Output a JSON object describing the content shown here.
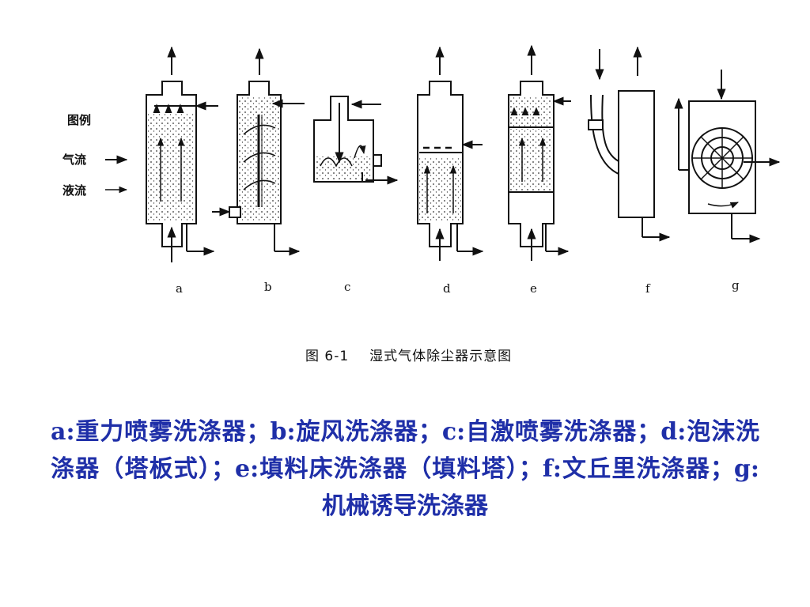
{
  "legend": {
    "title": "图例",
    "airflow_label": "气流",
    "liquid_label": "液流"
  },
  "units": [
    {
      "letter": "a"
    },
    {
      "letter": "b"
    },
    {
      "letter": "c"
    },
    {
      "letter": "d"
    },
    {
      "letter": "e"
    },
    {
      "letter": "f"
    },
    {
      "letter": "g"
    }
  ],
  "caption": {
    "figure_number": "图 6-1",
    "title": "湿式气体除尘器示意图"
  },
  "description": "a:重力喷雾洗涤器；b:旋风洗涤器；c:自激喷雾洗涤器；d:泡沫洗涤器（塔板式）；e:填料床洗涤器（填料塔）；f:文丘里洗涤器；g:机械诱导洗涤器",
  "colors": {
    "description_text": "#1f2fa8",
    "line": "#111111"
  }
}
